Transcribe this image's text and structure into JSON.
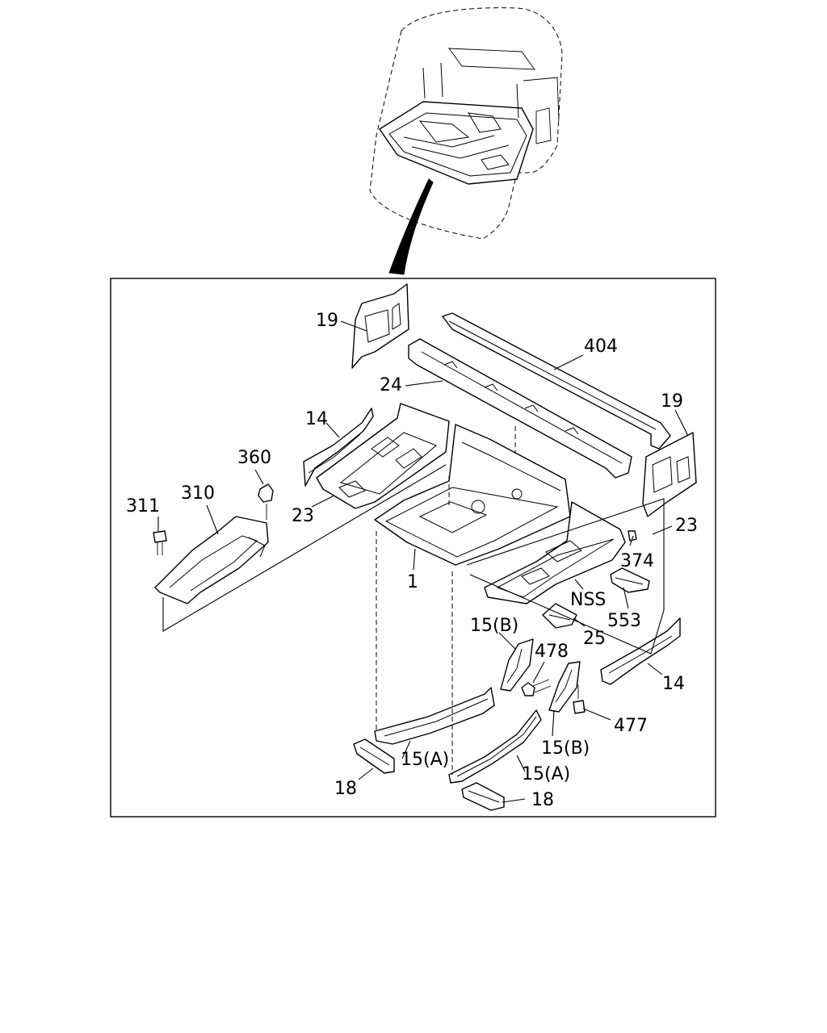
{
  "callouts": {
    "c19a": "19",
    "c404": "404",
    "c24": "24",
    "c19b": "19",
    "c14a": "14",
    "c360": "360",
    "c311": "311",
    "c310": "310",
    "c23a": "23",
    "c23b": "23",
    "c374": "374",
    "c1": "1",
    "cNSS": "NSS",
    "c553": "553",
    "c25": "25",
    "c15B_a": "15(B)",
    "c478": "478",
    "c14b": "14",
    "c477": "477",
    "c15B_b": "15(B)",
    "c15A_a": "15(A)",
    "c15A_b": "15(A)",
    "c18a": "18",
    "c18b": "18"
  }
}
